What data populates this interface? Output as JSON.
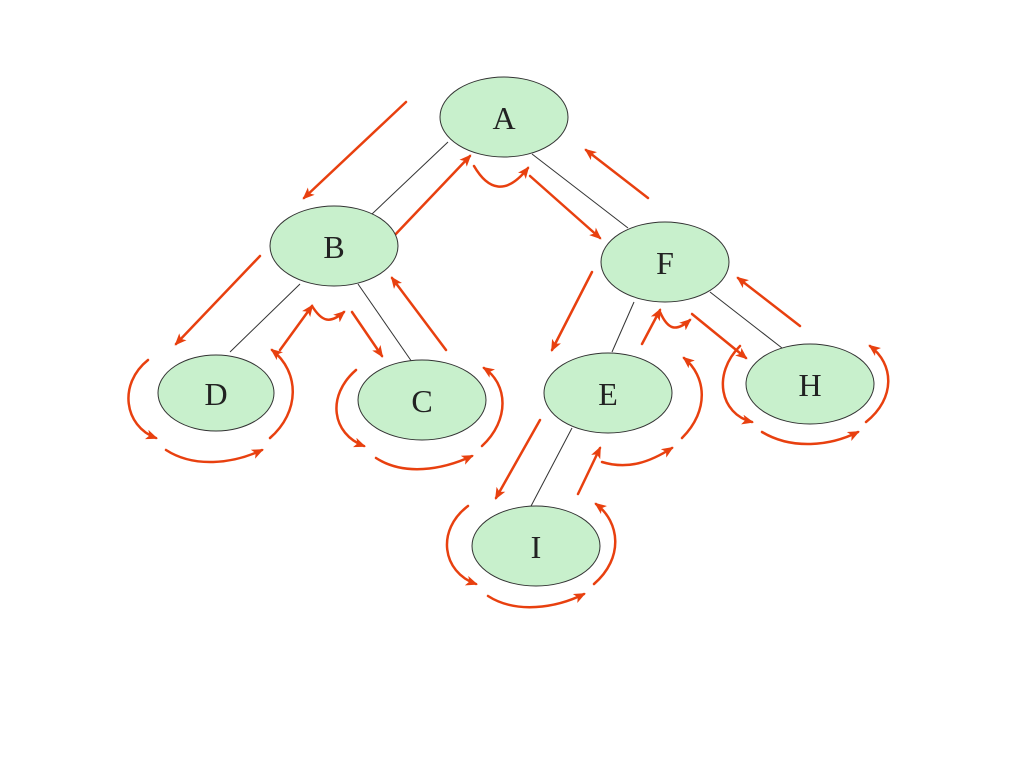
{
  "colors": {
    "node_fill": "#c8f0cc",
    "node_stroke": "#333333",
    "edge": "#333333",
    "arrow": "#e8400f",
    "label": "#222222"
  },
  "nodes": [
    {
      "id": "A",
      "label": "A"
    },
    {
      "id": "B",
      "label": "B"
    },
    {
      "id": "F",
      "label": "F"
    },
    {
      "id": "D",
      "label": "D"
    },
    {
      "id": "C",
      "label": "C"
    },
    {
      "id": "E",
      "label": "E"
    },
    {
      "id": "H",
      "label": "H"
    },
    {
      "id": "I",
      "label": "I"
    }
  ],
  "edges": [
    {
      "from": "A",
      "to": "B"
    },
    {
      "from": "A",
      "to": "F"
    },
    {
      "from": "B",
      "to": "D"
    },
    {
      "from": "B",
      "to": "C"
    },
    {
      "from": "F",
      "to": "E"
    },
    {
      "from": "F",
      "to": "H"
    },
    {
      "from": "E",
      "to": "I"
    }
  ]
}
